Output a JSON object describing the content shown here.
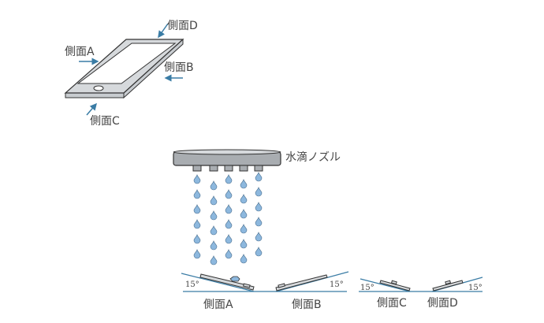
{
  "phone_labels": {
    "a": "側面A",
    "b": "側面B",
    "c": "側面C",
    "d": "側面D"
  },
  "nozzle_label": "水滴ノズル",
  "tilt_labels": {
    "a": "側面A",
    "b": "側面B",
    "c": "側面C",
    "d": "側面D"
  },
  "angle": "15°",
  "colors": {
    "line": "#3a7ca5",
    "outline": "#333333",
    "fill": "#d6d9dc",
    "drop": "#8db8de"
  }
}
